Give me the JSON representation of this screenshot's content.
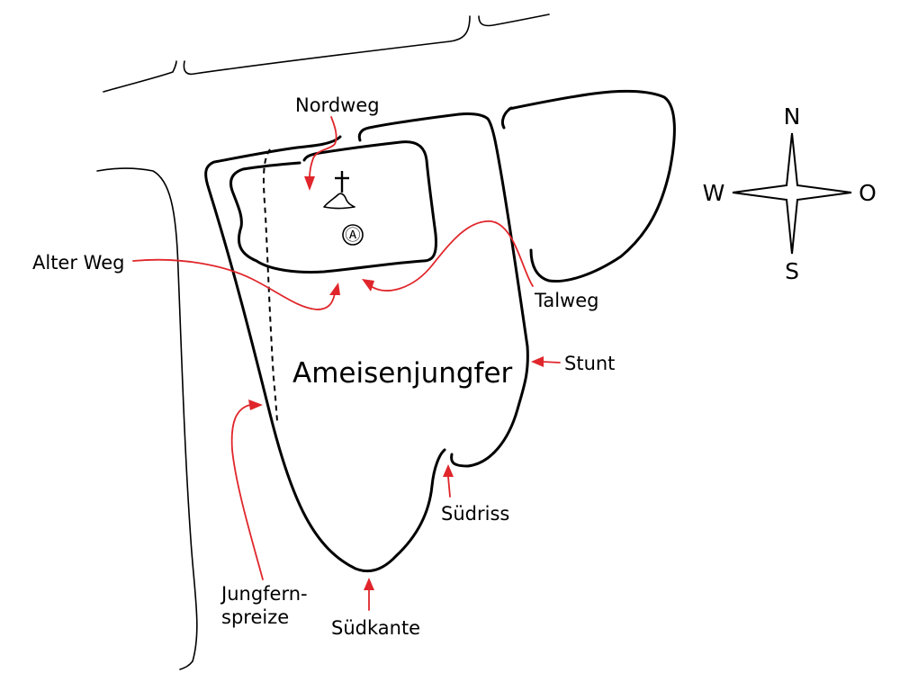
{
  "map": {
    "rock_name": "Ameisenjungfer",
    "summit_marker": "Ⓐ",
    "colors": {
      "outline": "#000000",
      "route": "#e0262b",
      "background": "#ffffff"
    },
    "routes": {
      "nordweg": "Nordweg",
      "alter_weg": "Alter Weg",
      "talweg": "Talweg",
      "stunt": "Stunt",
      "suedriss": "Südriss",
      "suedkante": "Südkante",
      "jungfernspreize_1": "Jungfern-",
      "jungfernspreize_2": "spreize"
    },
    "compass": {
      "north": "N",
      "south": "S",
      "west": "W",
      "east": "O"
    },
    "symbols": {
      "summit_cross": "cross-icon",
      "summit_book": "summit-book-icon"
    }
  }
}
